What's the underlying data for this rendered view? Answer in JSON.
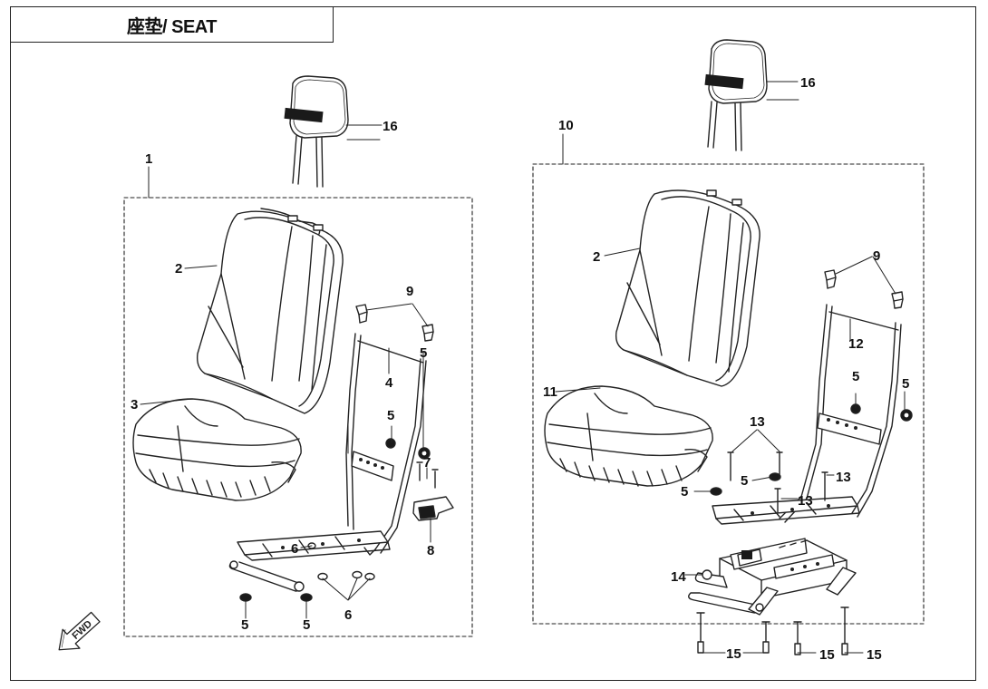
{
  "header": {
    "title": "座垫/ SEAT"
  },
  "fwd_label": "FWD",
  "callouts": {
    "c1": "1",
    "c2a": "2",
    "c3": "3",
    "c4": "4",
    "c5a": "5",
    "c5b": "5",
    "c5c": "5",
    "c5d": "5",
    "c6a": "6",
    "c6b": "6",
    "c7": "7",
    "c8": "8",
    "c9a": "9",
    "c16a": "16",
    "c10": "10",
    "c16b": "16",
    "c2b": "2",
    "c9b": "9",
    "c12": "12",
    "c11": "11",
    "c5e": "5",
    "c5f": "5",
    "c13a": "13",
    "c5g": "5",
    "c5h": "5",
    "c13b": "13",
    "c13c": "13",
    "c14": "14",
    "c15a": "15",
    "c15b": "15",
    "c15c": "15"
  },
  "palette": {
    "line": "#222222",
    "dark": "#1a1a1a",
    "fill": "#ffffff",
    "shade": "#bdbdbd"
  }
}
